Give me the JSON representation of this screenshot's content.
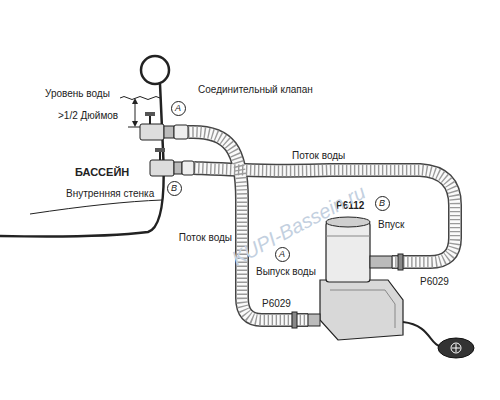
{
  "diagram": {
    "nodes": [
      {
        "text": [
          "A"
        ]
      },
      {
        "text": [
          "B"
        ]
      },
      {
        "text": [
          "B"
        ]
      },
      {
        "text": [
          "A"
        ]
      }
    ],
    "labels": [
      "Уровень воды",
      ">1/2 Дюймов",
      "Соединительный клапан",
      "БАССЕЙН",
      "Внутренняя стенка",
      "Поток воды",
      "Поток воды",
      "P6112",
      "Впуск",
      "Выпуск воды",
      "P6029",
      "P6029",
      "KUPI-Bassein.ru"
    ]
  }
}
